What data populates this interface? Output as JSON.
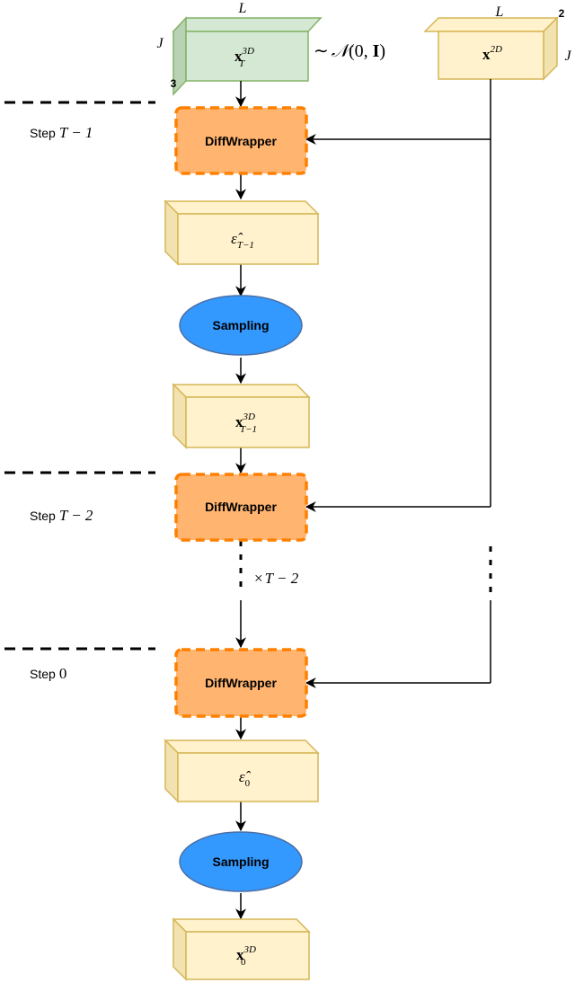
{
  "colors": {
    "green_fill": "#d5e8d4",
    "green_side": "#b9d2b4",
    "green_stroke": "#82b366",
    "yellow_fill": "#fff2cc",
    "yellow_side": "#f1e2b0",
    "yellow_stroke": "#d6b656",
    "orange_fill": "#ffb570",
    "orange_stroke": "#ff8000",
    "blue_fill": "#3399ff",
    "blue_stroke": "#4a6fa5",
    "line": "#000000"
  },
  "x3d_T": {
    "var": "x",
    "sup": "3D",
    "sub": "T",
    "dim_top": "L",
    "dim_left": "J",
    "dim_bottom": "3",
    "dist_tilde": "∼",
    "dist_N": "𝒩",
    "dist_args": "(0, ",
    "dist_I": "I",
    "dist_close": ")"
  },
  "x2d": {
    "var": "x",
    "sup": "2D",
    "dim_top": "L",
    "dim_right": "J",
    "dim_corner": "2"
  },
  "steps": {
    "word": "Step",
    "t1": "T − 1",
    "t2": "T − 2",
    "t0": "0"
  },
  "nodes": {
    "diffwrapper": "DiffWrapper",
    "sampling": "Sampling"
  },
  "eps_T1": {
    "var": "ε̂",
    "sub": "T−1"
  },
  "x3d_T1": {
    "var": "x",
    "sup": "3D",
    "sub": "T−1"
  },
  "repeat": {
    "times": "×",
    "expr": "T − 2"
  },
  "eps_0": {
    "var": "ε̂",
    "sub": "0"
  },
  "x3d_0": {
    "var": "x",
    "sup": "3D",
    "sub": "0"
  }
}
